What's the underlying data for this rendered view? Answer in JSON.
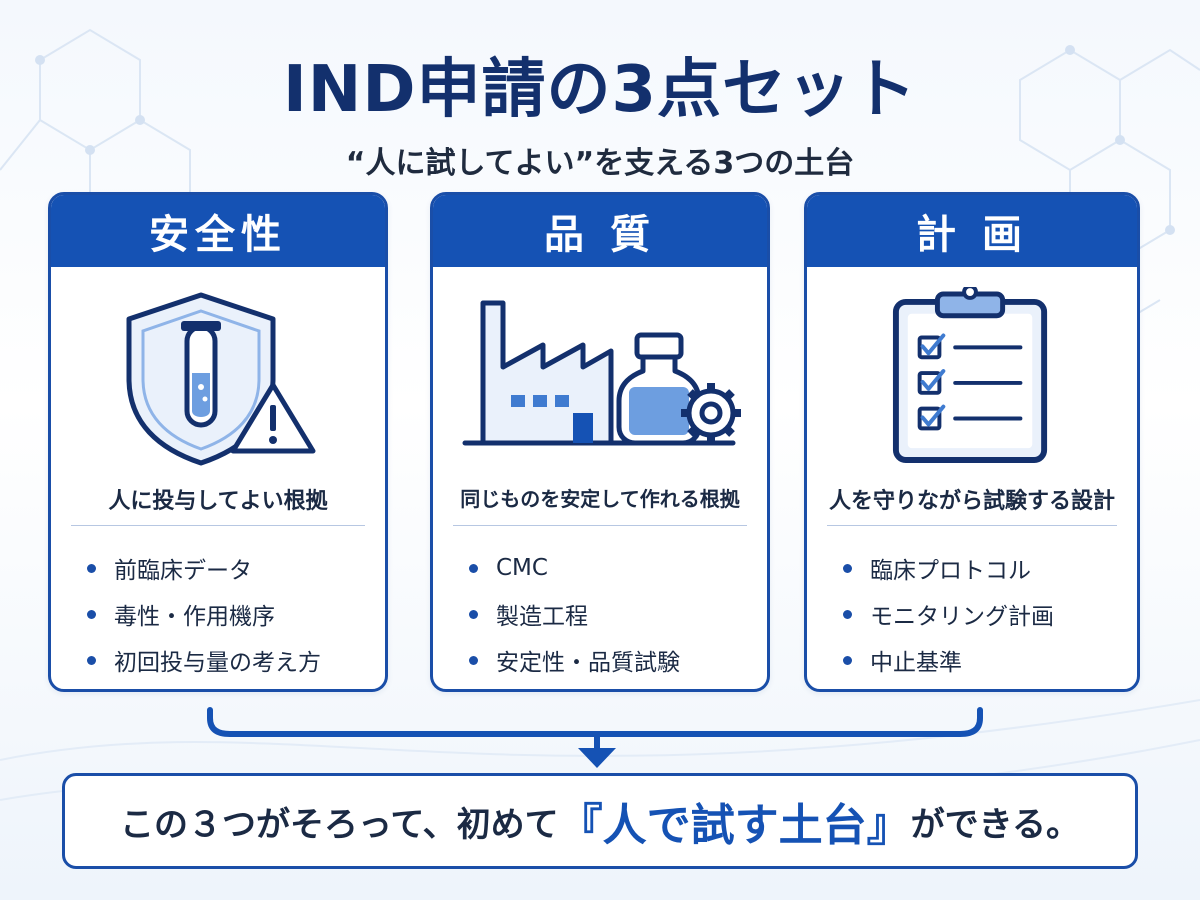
{
  "header": {
    "title": "IND申請の3点セット",
    "subtitle": "“人に試してよい”を支える3つの土台"
  },
  "cards": [
    {
      "heading": "安全性",
      "lead": "人に投与してよい根拠",
      "items": [
        "前臨床データ",
        "毒性・作用機序",
        "初回投与量の考え方"
      ],
      "icon": "shield-test-tube-warning-icon"
    },
    {
      "heading": "品 質",
      "lead": "同じものを安定して作れる根拠",
      "items": [
        "CMC",
        "製造工程",
        "安定性・品質試験"
      ],
      "icon": "factory-vial-gear-icon"
    },
    {
      "heading": "計 画",
      "lead": "人を守りながら試験する設計",
      "items": [
        "臨床プロトコル",
        "モニタリング計画",
        "中止基準"
      ],
      "icon": "clipboard-checklist-icon"
    }
  ],
  "bottom": {
    "pre": "この３つがそろって、初めて",
    "key": "『人で試す土台』",
    "post": "ができる。"
  },
  "colors": {
    "primary": "#1552b4",
    "title": "#13306d",
    "text": "#1b2a44",
    "light_blue": "#8fb4e8"
  }
}
